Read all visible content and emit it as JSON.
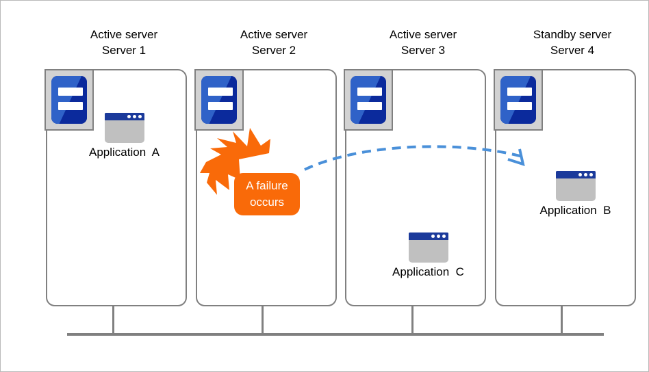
{
  "diagram": {
    "title": "Server failover diagram",
    "colors": {
      "box_border": "#808080",
      "server_icon_frame": "#d2d2d2",
      "server_icon_blue_dark": "#0b2a9c",
      "server_icon_blue_light": "#2f62c8",
      "app_titlebar": "#1b3a9b",
      "app_body": "#c0c0c0",
      "failure_orange": "#f96a09",
      "arrow_blue": "#4a90d9",
      "bus_gray": "#808080",
      "frame_border": "#b9b9b9",
      "text": "#000000"
    },
    "servers": [
      {
        "role": "Active server",
        "name": "Server 1",
        "icon": "server-icon",
        "application": "Application  A"
      },
      {
        "role": "Active server",
        "name": "Server 2",
        "icon": "server-icon",
        "application": null
      },
      {
        "role": "Active server",
        "name": "Server 3",
        "icon": "server-icon",
        "application": "Application  C"
      },
      {
        "role": "Standby server",
        "name": "Server 4",
        "icon": "server-icon",
        "application": "Application  B"
      }
    ],
    "failure": {
      "icon": "explosion-burst-icon",
      "line1": "A failure",
      "line2": "occurs"
    },
    "failover_arrow": {
      "icon": "dashed-curved-arrow-icon",
      "style": "dashed",
      "from": "Server 2",
      "to": "Server 4"
    },
    "network_bus": {
      "icon": "network-bus-icon",
      "label": ""
    }
  }
}
